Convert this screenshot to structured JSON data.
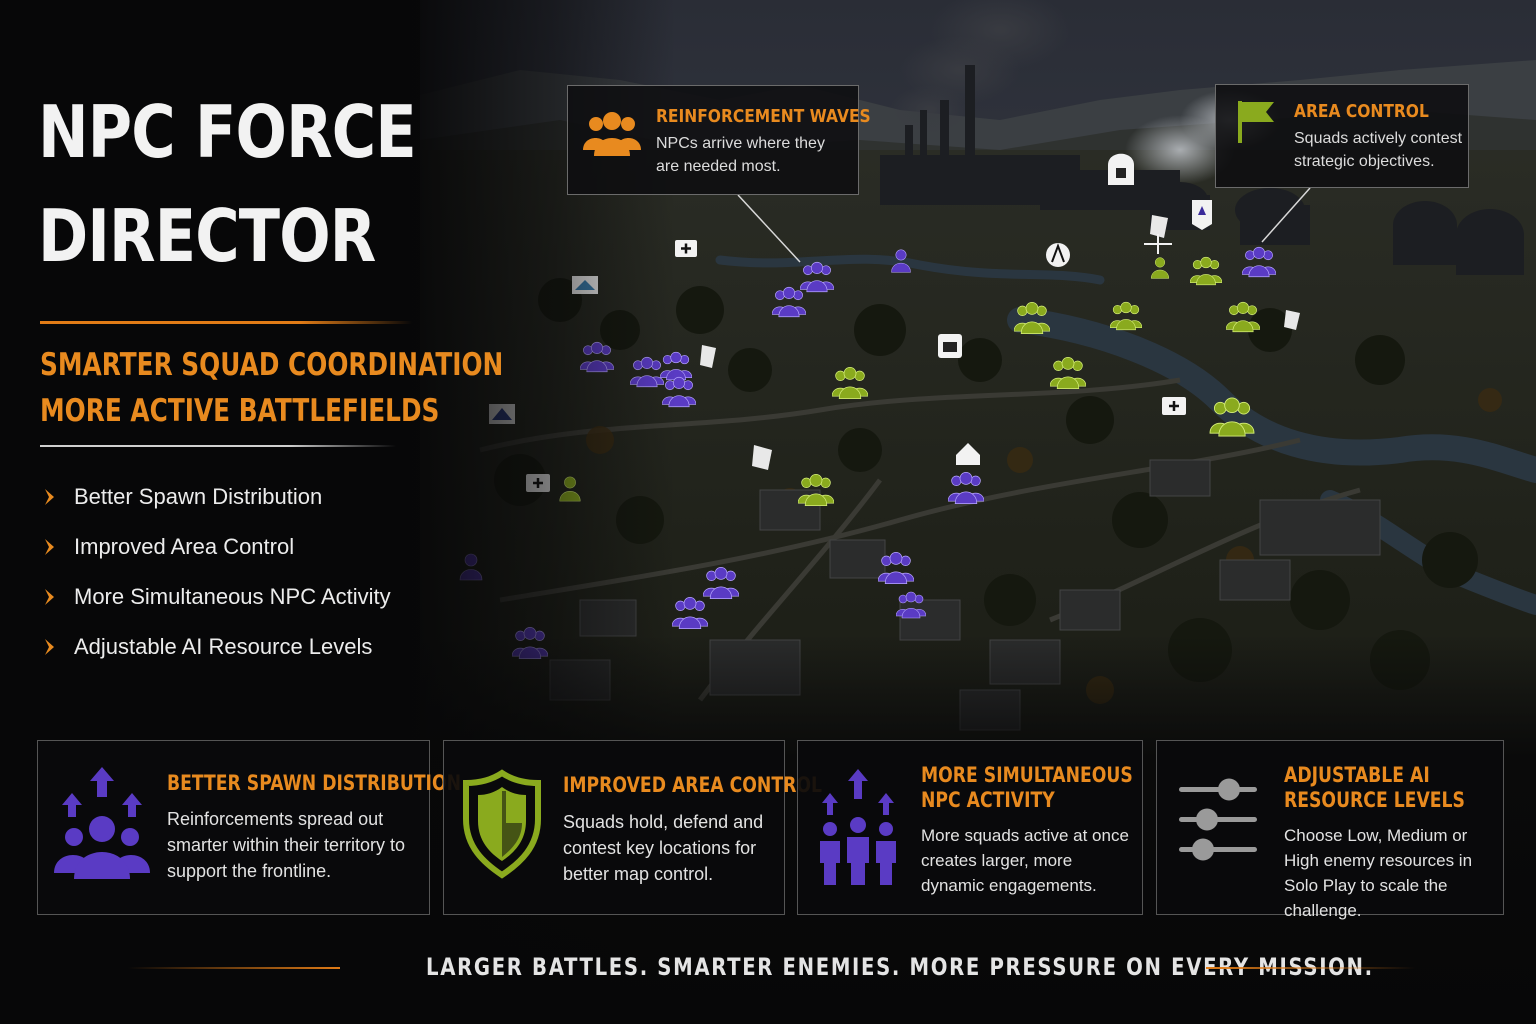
{
  "hero": {
    "title_line1": "NPC FORCE",
    "title_line2": "DIRECTOR",
    "subtitle_line1": "SMARTER SQUAD COORDINATION",
    "subtitle_line2": "MORE ACTIVE BATTLEFIELDS"
  },
  "bullets": [
    "Better Spawn Distribution",
    "Improved Area Control",
    "More Simultaneous NPC Activity",
    "Adjustable AI Resource Levels"
  ],
  "callouts": {
    "waves": {
      "title": "REINFORCEMENT WAVES",
      "desc": "NPCs arrive where they are needed most.",
      "icon": "squad-icon"
    },
    "area": {
      "title": "AREA CONTROL",
      "desc": "Squads actively contest strategic objectives.",
      "icon": "flag-icon"
    }
  },
  "cards": [
    {
      "title_line1": "BETTER SPAWN DISTRIBUTION",
      "title_line2": "",
      "desc": "Reinforcements spread out smarter within their territory to support the frontline.",
      "icon": "spawn-distribution-icon"
    },
    {
      "title_line1": "IMPROVED AREA CONTROL",
      "title_line2": "",
      "desc": "Squads hold, defend and contest key locations for better map control.",
      "icon": "shield-icon"
    },
    {
      "title_line1": "MORE SIMULTANEOUS",
      "title_line2": "NPC ACTIVITY",
      "desc": "More squads active at once creates larger, more dynamic engagements.",
      "icon": "squad-arrows-icon"
    },
    {
      "title_line1": "ADJUSTABLE AI",
      "title_line2": "RESOURCE LEVELS",
      "desc": "Choose Low, Medium or High enemy resources in Solo Play to scale the challenge.",
      "icon": "sliders-icon"
    }
  ],
  "tagline": "LARGER BATTLES.  SMARTER ENEMIES.  MORE PRESSURE ON EVERY MISSION.",
  "colors": {
    "accent_orange": "#e88a1f",
    "enemy_purple": "#5a3bc4",
    "ally_green": "#8aaa1e",
    "panel_bg": "#0e0e10"
  }
}
